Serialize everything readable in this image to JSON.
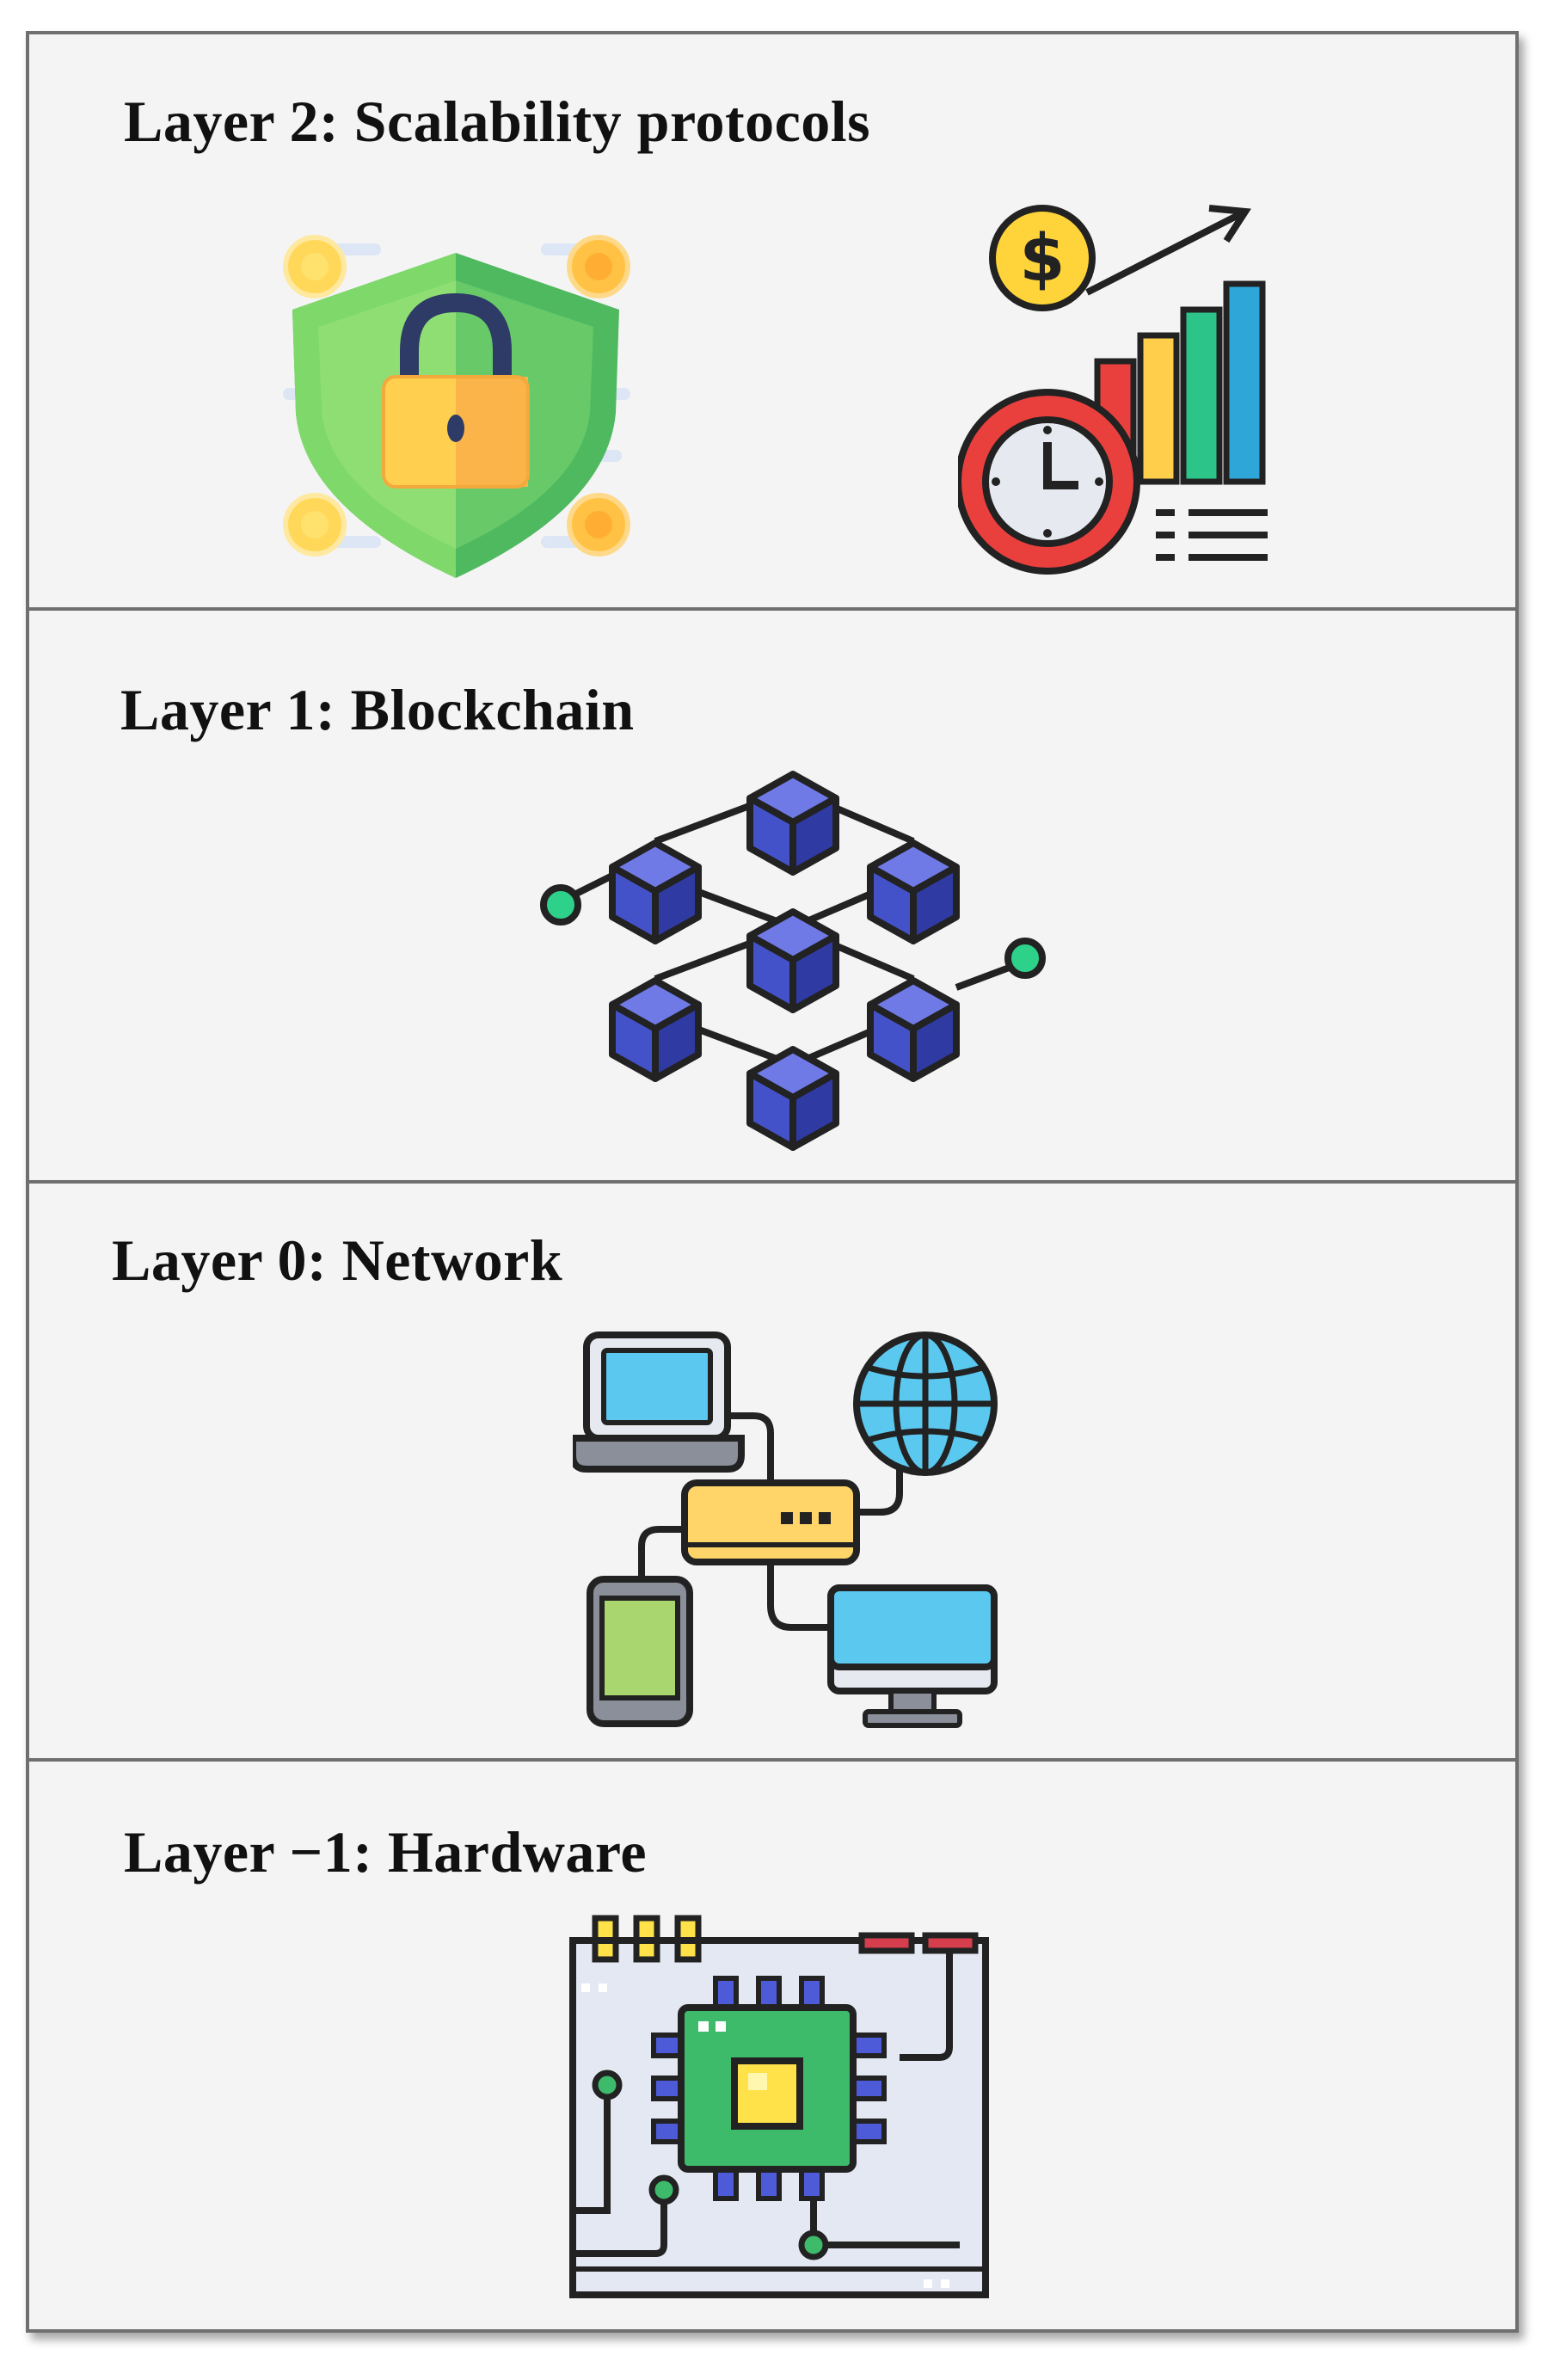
{
  "layers": [
    {
      "id": "layer-2",
      "title": "Layer 2: Scalability protocols",
      "icons": [
        "shield-lock-icon",
        "growth-chart-icon"
      ]
    },
    {
      "id": "layer-1",
      "title": "Layer 1: Blockchain",
      "icons": [
        "blockchain-icon"
      ]
    },
    {
      "id": "layer-0",
      "title": "Layer 0: Network",
      "icons": [
        "network-icon"
      ]
    },
    {
      "id": "layer-minus-1",
      "title": "Layer −1: Hardware",
      "icons": [
        "circuit-board-icon"
      ]
    }
  ],
  "chart_data": {
    "type": "diagram",
    "title": "",
    "nodes": [
      {
        "id": "layer-2",
        "label": "Layer 2: Scalability protocols"
      },
      {
        "id": "layer-1",
        "label": "Layer 1: Blockchain"
      },
      {
        "id": "layer-0",
        "label": "Layer 0: Network"
      },
      {
        "id": "layer-minus-1",
        "label": "Layer −1: Hardware"
      }
    ],
    "edges": []
  },
  "colors": {
    "border": "#6f6f6f",
    "background": "#f4f4f4",
    "shield_green": "#5cc66a",
    "lock_orange": "#fbb44a",
    "cube_blue": "#4e5bd8",
    "screen_blue": "#5bc8ef",
    "chip_green": "#3dbb6b"
  }
}
